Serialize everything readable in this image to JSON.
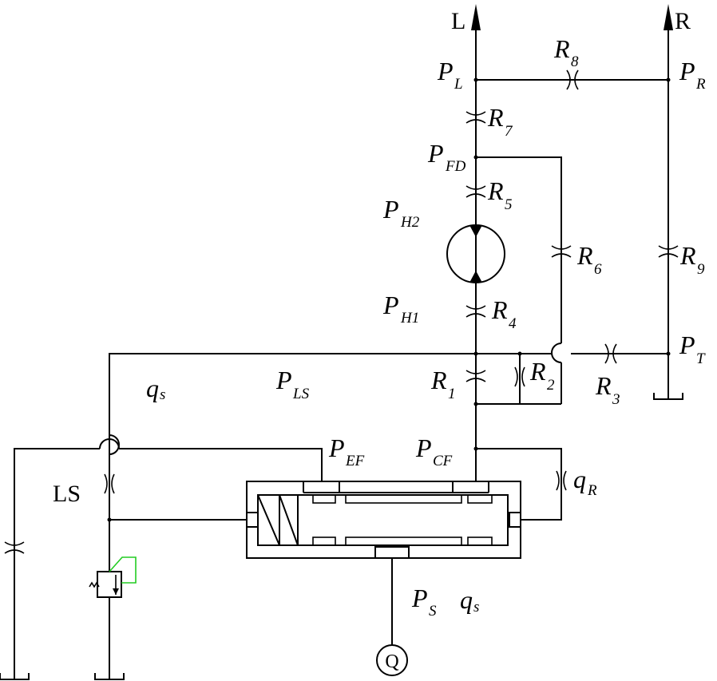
{
  "labels": {
    "L": "L",
    "R": "R",
    "LS": "LS",
    "Q": "Q",
    "PL": {
      "main": "P",
      "sub": "L"
    },
    "PR": {
      "main": "P",
      "sub": "R"
    },
    "PFD": {
      "main": "P",
      "sub": "FD"
    },
    "PH2": {
      "main": "P",
      "sub": "H2"
    },
    "PH1": {
      "main": "P",
      "sub": "H1"
    },
    "PT": {
      "main": "P",
      "sub": "T"
    },
    "PLS": {
      "main": "P",
      "sub": "LS"
    },
    "PEF": {
      "main": "P",
      "sub": "EF"
    },
    "PCF": {
      "main": "P",
      "sub": "CF"
    },
    "PS": {
      "main": "P",
      "sub": "S"
    },
    "qs1": {
      "main": "q",
      "sub": "s"
    },
    "qs2": {
      "main": "q",
      "sub": "s"
    },
    "qR": {
      "main": "q",
      "sub": "R"
    },
    "R1": {
      "main": "R",
      "sub": "1"
    },
    "R2": {
      "main": "R",
      "sub": "2"
    },
    "R3": {
      "main": "R",
      "sub": "3"
    },
    "R4": {
      "main": "R",
      "sub": "4"
    },
    "R5": {
      "main": "R",
      "sub": "5"
    },
    "R6": {
      "main": "R",
      "sub": "6"
    },
    "R7": {
      "main": "R",
      "sub": "7"
    },
    "R8": {
      "main": "R",
      "sub": "8"
    },
    "R9": {
      "main": "R",
      "sub": "9"
    }
  },
  "colors": {
    "line": "#000000",
    "pilot": "#22cc22",
    "background": "#ffffff"
  },
  "symbols": {
    "spring": "spring-symbol",
    "valve": "priority-valve-symbol",
    "motor": "hydraulic-motor-symbol",
    "pump": "pump-symbol"
  }
}
